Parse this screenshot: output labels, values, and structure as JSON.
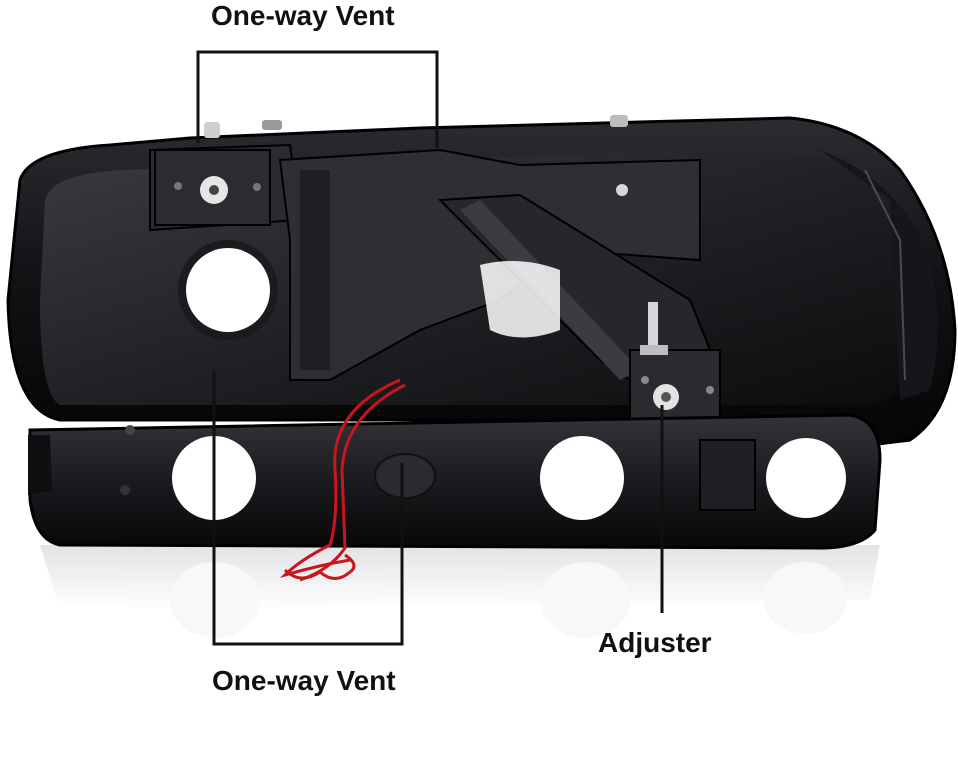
{
  "callouts": {
    "top_vent": "One-way Vent",
    "bottom_vent": "One-way Vent",
    "adjuster": "Adjuster"
  },
  "colors": {
    "housing": "#0d0d0f",
    "housing_highlight": "#3a3b40",
    "bracket": "#2a2b2e",
    "wire": "#c8161d",
    "leader_line": "#111111",
    "background": "#ffffff"
  }
}
